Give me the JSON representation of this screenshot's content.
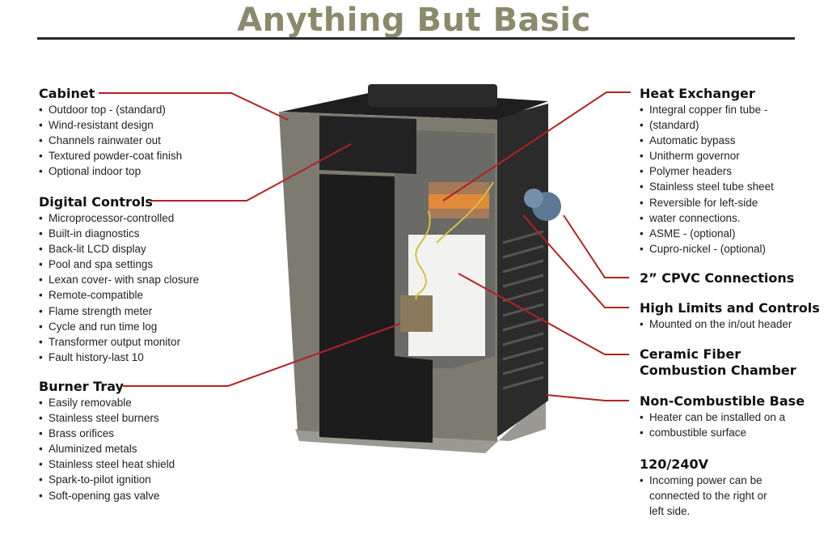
{
  "title": "Anything But Basic",
  "colors": {
    "title": "#8a8a6c",
    "leader_lines": "#b22222",
    "rule": "#2a2a2a"
  },
  "left_sections": [
    {
      "heading": "Cabinet",
      "items": [
        "Outdoor top - (standard)",
        "Wind-resistant design",
        "Channels rainwater out",
        "Textured powder-coat finish",
        "Optional indoor top"
      ]
    },
    {
      "heading": "Digital Controls",
      "items": [
        "Microprocessor-controlled",
        "Built-in diagnostics",
        "Back-lit LCD display",
        "Pool and spa settings",
        "Lexan cover- with snap closure",
        "Remote-compatible",
        "Flame strength meter",
        "Cycle and run time log",
        "Transformer output monitor",
        "Fault history-last 10"
      ]
    },
    {
      "heading": "Burner Tray",
      "items": [
        "Easily removable",
        "Stainless steel burners",
        "Brass orifices",
        "Aluminized metals",
        "Stainless steel heat shield",
        "Spark-to-pilot ignition",
        "Soft-opening gas valve"
      ]
    }
  ],
  "right_sections": [
    {
      "heading": "Heat Exchanger",
      "items": [
        "Integral copper fin tube -",
        "(standard)",
        "Automatic bypass",
        "Unitherm governor",
        "Polymer headers",
        "Stainless steel tube sheet",
        "Reversible for left-side",
        "water connections.",
        "ASME - (optional)",
        "Cupro-nickel - (optional)"
      ]
    },
    {
      "heading": "2” CPVC Connections",
      "items": []
    },
    {
      "heading": "High Limits and Controls",
      "items": [
        "Mounted on the in/out header"
      ]
    },
    {
      "heading": "Ceramic Fiber",
      "heading2": "Combustion Chamber",
      "items": []
    },
    {
      "heading": "Non-Combustible Base",
      "items": [
        "Heater can be installed on a",
        "combustible surface"
      ]
    },
    {
      "heading": "120/240V",
      "lines": [
        "Incoming power can be",
        "connected to the right or",
        "left side."
      ]
    }
  ]
}
